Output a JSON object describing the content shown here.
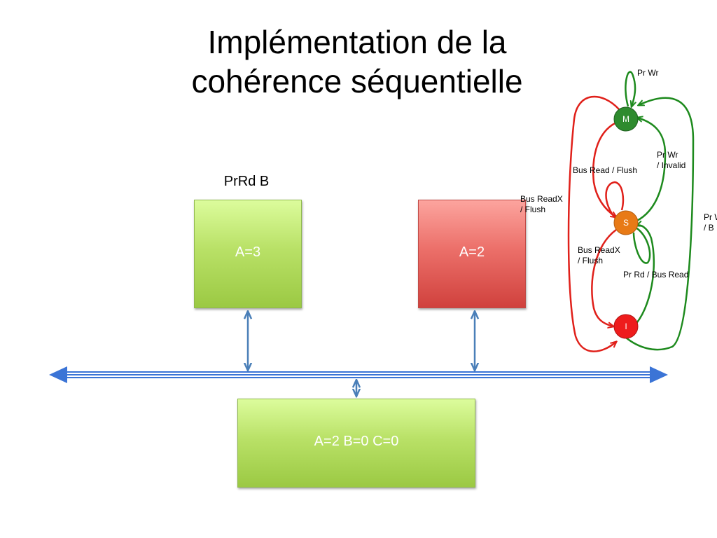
{
  "slide": {
    "title_line1": "Implémentation de la",
    "title_line2": "cohérence séquentielle"
  },
  "request_label": "PrRd B",
  "caches": [
    {
      "value": "A=3",
      "color": "#a4cd4a"
    },
    {
      "value": "A=2",
      "color": "#d9504b"
    }
  ],
  "memory": {
    "value": "A=2 B=0 C=0"
  },
  "bus": {
    "color": "#3b74d6"
  },
  "fsm": {
    "states": [
      {
        "label": "M",
        "color": "#2e8b2e"
      },
      {
        "label": "S",
        "color": "#e87a16"
      },
      {
        "label": "I",
        "color": "#ee1c1c"
      }
    ],
    "transitions": {
      "m_self": "Pr Wr",
      "s_to_m_line1": "Pr Wr",
      "s_to_m_line2": " / Invalid",
      "m_to_s": "Bus Read / Flush",
      "m_to_i_line1": "Bus ReadX",
      "m_to_i_line2": "/ Flush",
      "s_to_i_line1": "Bus ReadX",
      "s_to_i_line2": "/ Flush",
      "i_to_s": "Pr Rd / Bus Read",
      "i_to_m_line1": "Pr W",
      "i_to_m_line2": "/ B"
    },
    "arrow_red": "#e0201a",
    "arrow_green": "#1d8a1d"
  }
}
